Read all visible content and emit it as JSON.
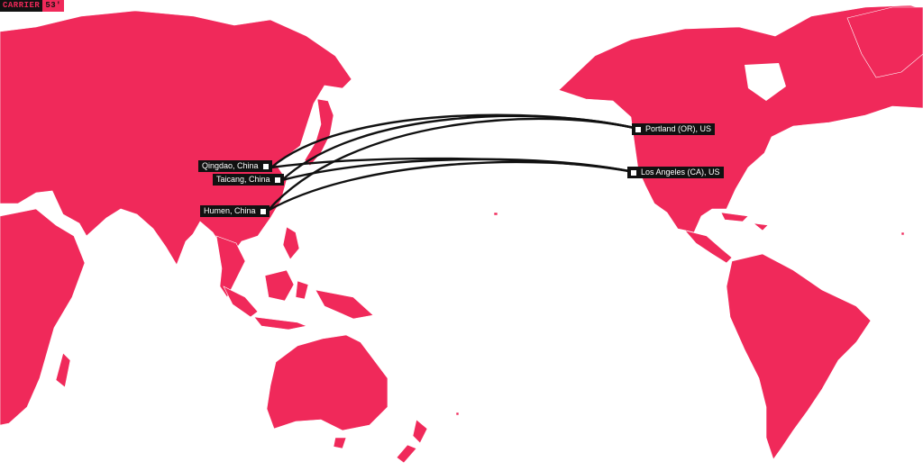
{
  "brand": {
    "name": "CARRIER",
    "suffix": "53'"
  },
  "colors": {
    "land": "#f0295a",
    "route": "#111111",
    "label_bg": "#111111",
    "label_text": "#ffffff"
  },
  "origins": [
    {
      "label": "Qingdao, China"
    },
    {
      "label": "Taicang, China"
    },
    {
      "label": "Humen, China"
    }
  ],
  "destinations": [
    {
      "label": "Portland (OR), US"
    },
    {
      "label": "Los Angeles (CA), US"
    }
  ],
  "routes": [
    {
      "from": "Qingdao, China",
      "to": "Portland (OR), US"
    },
    {
      "from": "Qingdao, China",
      "to": "Los Angeles (CA), US"
    },
    {
      "from": "Taicang, China",
      "to": "Portland (OR), US"
    },
    {
      "from": "Taicang, China",
      "to": "Los Angeles (CA), US"
    },
    {
      "from": "Humen, China",
      "to": "Portland (OR), US"
    },
    {
      "from": "Humen, China",
      "to": "Los Angeles (CA), US"
    }
  ]
}
